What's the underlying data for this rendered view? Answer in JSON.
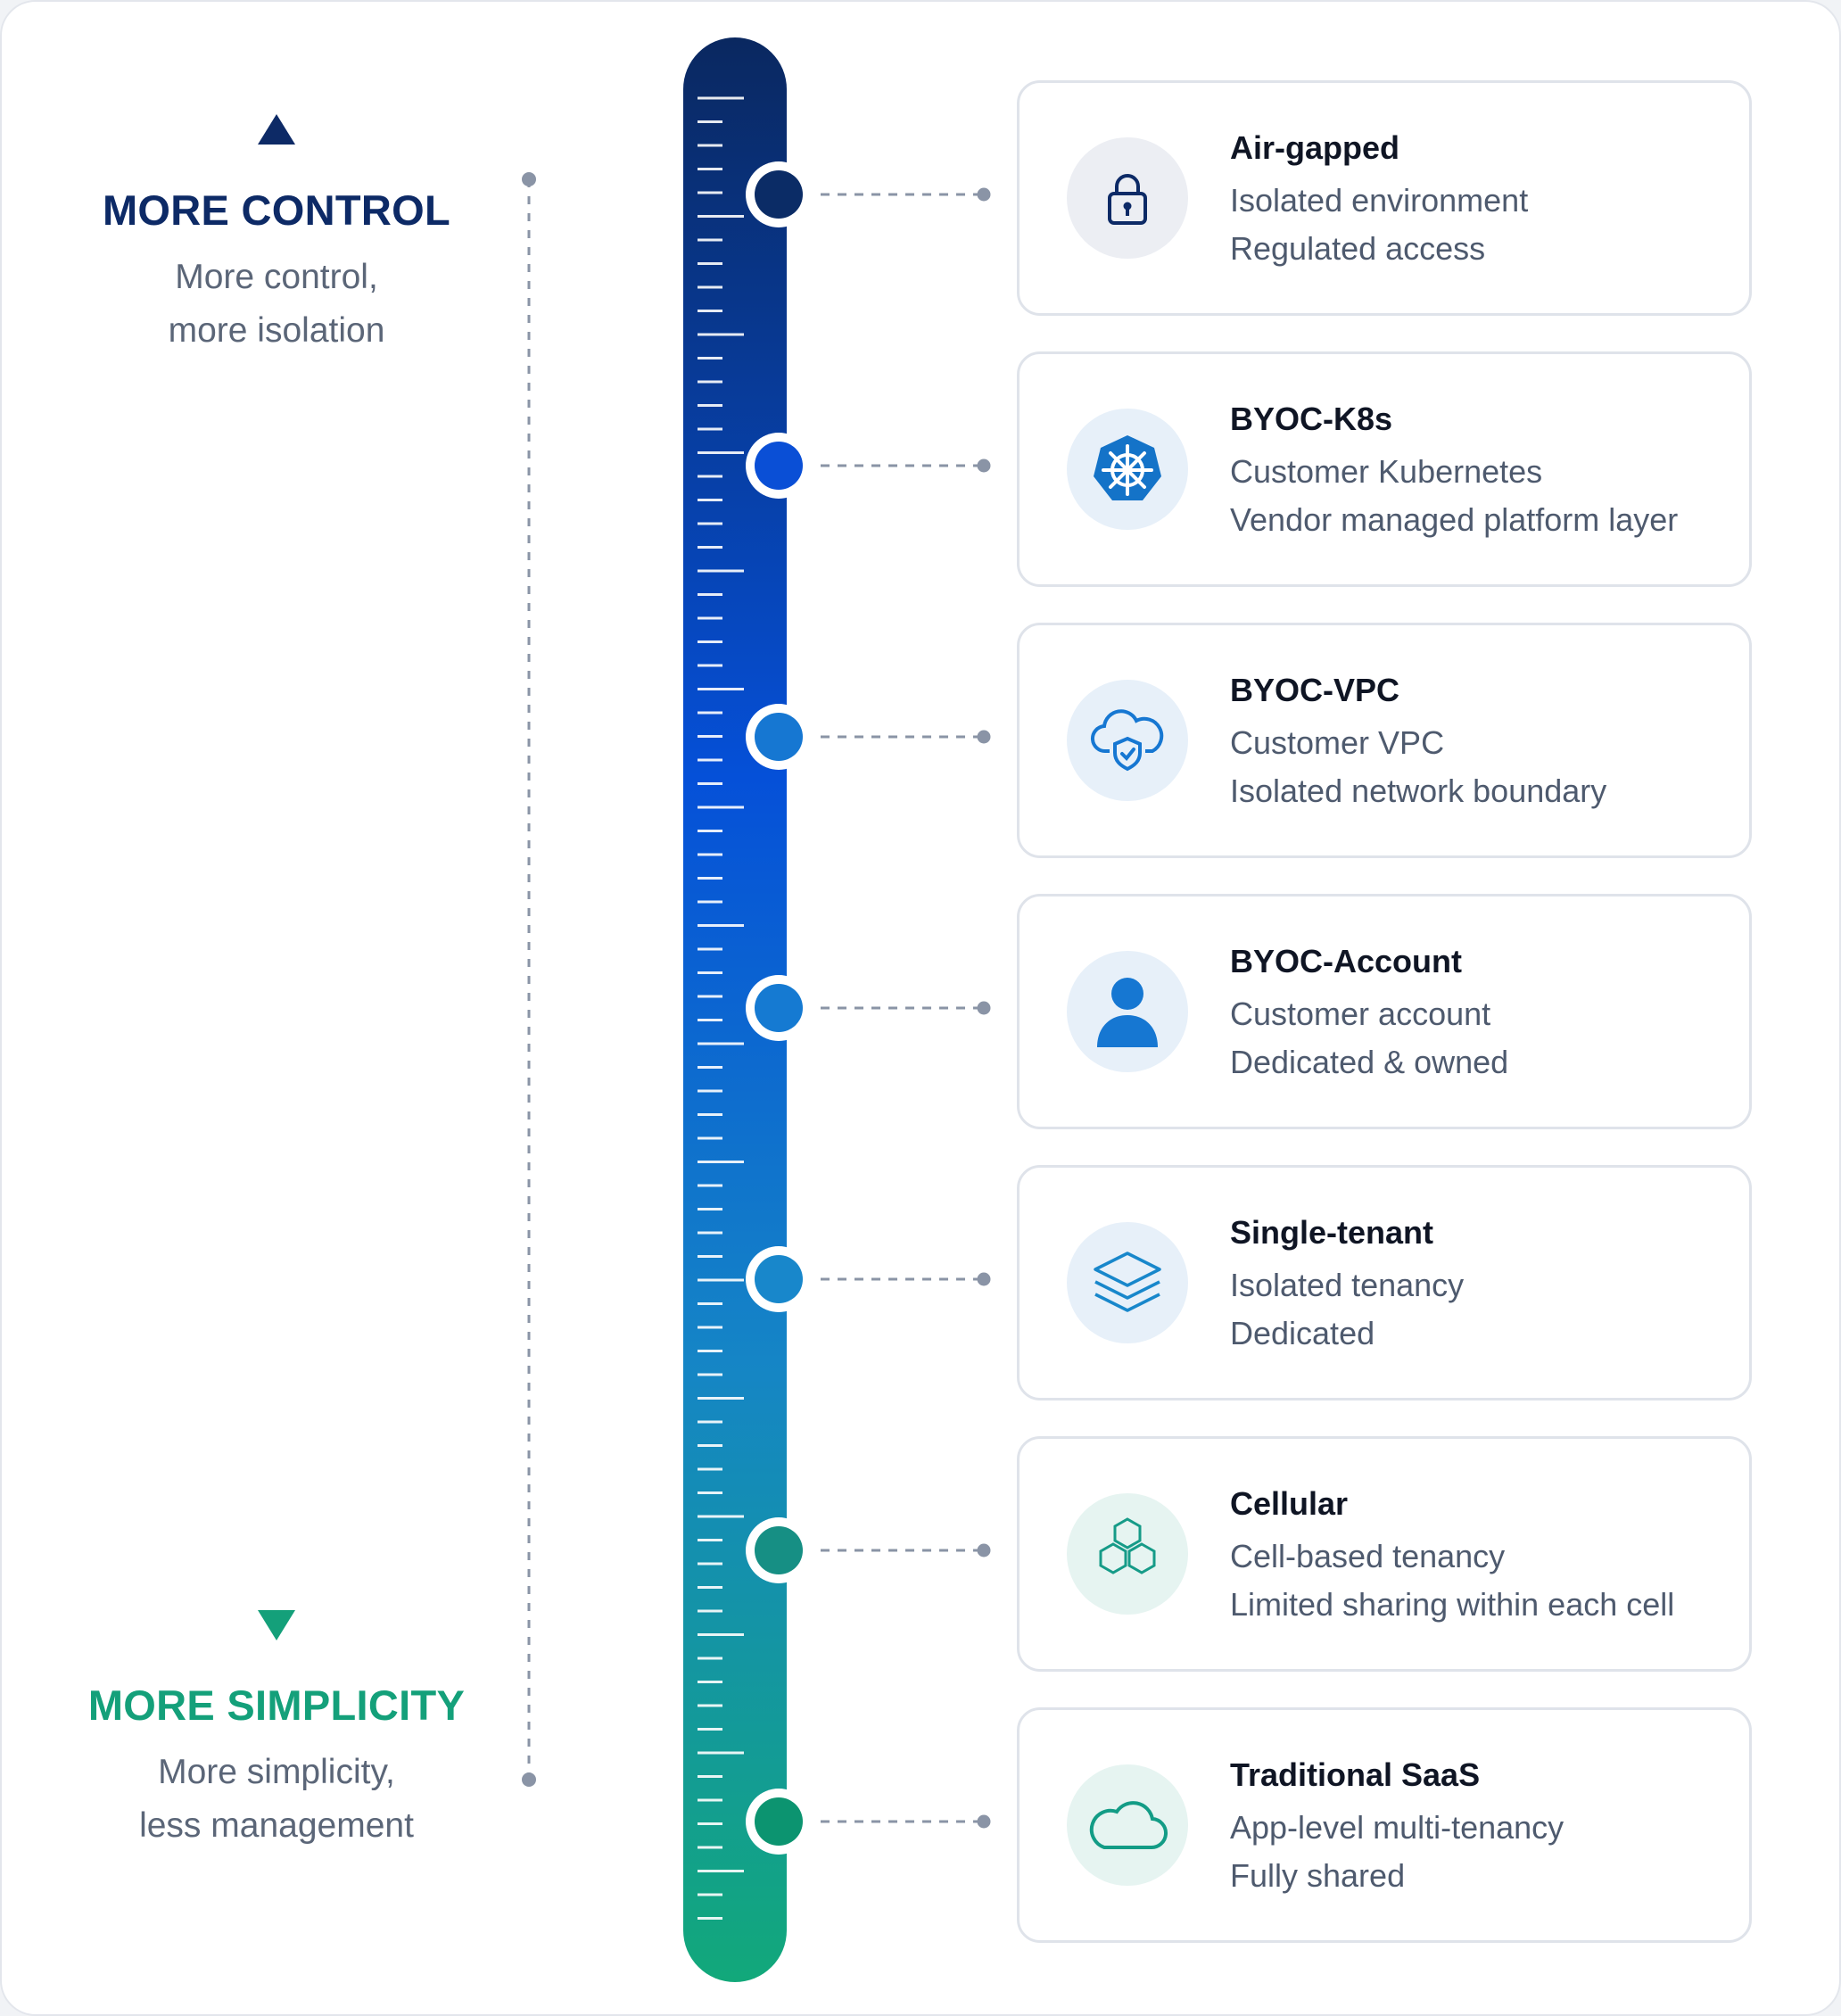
{
  "top": {
    "title": "MORE CONTROL",
    "subtitle_line1": "More control,",
    "subtitle_line2": "more isolation",
    "title_color": "#0d2a66"
  },
  "bottom": {
    "title": "MORE SIMPLICITY",
    "subtitle_line1": "More simplicity,",
    "subtitle_line2": "less management",
    "title_color": "#14a07a"
  },
  "gradient": {
    "top": "#0a2860",
    "middle": "#0550d8",
    "lower": "#1585c6",
    "bottom": "#12a87a"
  },
  "tiers": [
    {
      "title": "Air-gapped",
      "line1": "Isolated environment",
      "line2": "Regulated access",
      "icon": "lock-icon",
      "dot_color": "#0b2c66",
      "icon_bg": "#eceef3"
    },
    {
      "title": "BYOC-K8s",
      "line1": "Customer Kubernetes",
      "line2": "Vendor managed platform layer",
      "icon": "kubernetes-icon",
      "dot_color": "#0a4fd6",
      "icon_bg": "#e7f0f9"
    },
    {
      "title": "BYOC-VPC",
      "line1": "Customer VPC",
      "line2": "Isolated network boundary",
      "icon": "cloud-shield-icon",
      "dot_color": "#1677d2",
      "icon_bg": "#e7f0f9"
    },
    {
      "title": "BYOC-Account",
      "line1": "Customer account",
      "line2": "Dedicated & owned",
      "icon": "user-icon",
      "dot_color": "#157ad2",
      "icon_bg": "#e7f0f9"
    },
    {
      "title": "Single-tenant",
      "line1": "Isolated tenancy",
      "line2": "Dedicated",
      "icon": "layers-icon",
      "dot_color": "#1887cb",
      "icon_bg": "#e7f0f9"
    },
    {
      "title": "Cellular",
      "line1": "Cell-based tenancy",
      "line2": "Limited sharing within each cell",
      "icon": "hexagons-icon",
      "dot_color": "#168f84",
      "icon_bg": "#e6f4f1"
    },
    {
      "title": "Traditional SaaS",
      "line1": "App-level multi-tenancy",
      "line2": "Fully shared",
      "icon": "cloud-icon",
      "dot_color": "#0c9470",
      "icon_bg": "#e6f4f1"
    }
  ]
}
